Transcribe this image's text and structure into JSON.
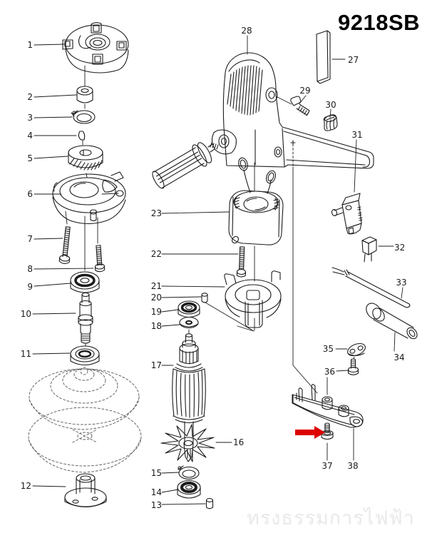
{
  "title": "9218SB",
  "watermark": "ทรงธรรมการไฟฟ้า",
  "colors": {
    "arrow": "#dd0000",
    "line": "#1c1c1c",
    "watermark": "#e9e9e9"
  },
  "labels": {
    "1": "1",
    "2": "2",
    "3": "3",
    "4": "4",
    "5": "5",
    "6": "6",
    "7": "7",
    "8": "8",
    "9": "9",
    "10": "10",
    "11": "11",
    "12": "12",
    "13": "13",
    "14": "14",
    "15": "15",
    "16": "16",
    "17": "17",
    "18": "18",
    "19": "19",
    "20": "20",
    "21": "21",
    "22": "22",
    "23": "23",
    "27": "27",
    "28": "28",
    "29": "29",
    "30": "30",
    "31": "31",
    "32": "32",
    "33": "33",
    "34": "34",
    "35": "35",
    "36": "36",
    "37": "37",
    "38": "38"
  }
}
